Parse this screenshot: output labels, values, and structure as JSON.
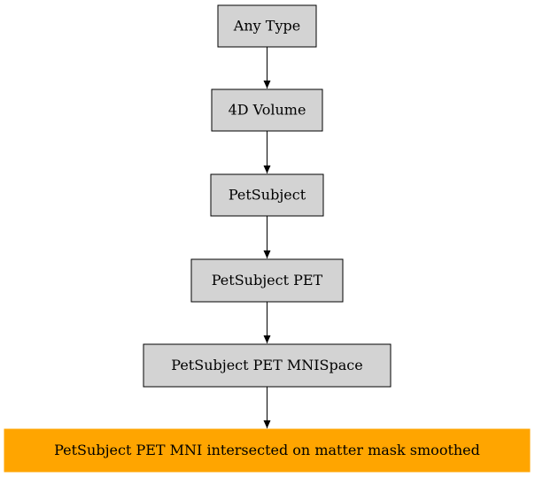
{
  "diagram": {
    "type": "hierarchy",
    "nodes": [
      {
        "id": "any-type",
        "label": "Any Type",
        "fill": "#d3d3d3",
        "border": "#000000"
      },
      {
        "id": "4d-volume",
        "label": "4D Volume",
        "fill": "#d3d3d3",
        "border": "#000000"
      },
      {
        "id": "petsubject",
        "label": "PetSubject",
        "fill": "#d3d3d3",
        "border": "#000000"
      },
      {
        "id": "petsubject-pet",
        "label": "PetSubject PET",
        "fill": "#d3d3d3",
        "border": "#000000"
      },
      {
        "id": "petsubject-pet-mnispace",
        "label": "PetSubject PET MNISpace",
        "fill": "#d3d3d3",
        "border": "#000000"
      },
      {
        "id": "petsubject-pet-mni-intersected",
        "label": "PetSubject PET MNI intersected on matter mask smoothed",
        "fill": "#ffa500",
        "border": "#ffa500"
      }
    ],
    "edges": [
      {
        "from": "any-type",
        "to": "4d-volume"
      },
      {
        "from": "4d-volume",
        "to": "petsubject"
      },
      {
        "from": "petsubject",
        "to": "petsubject-pet"
      },
      {
        "from": "petsubject-pet",
        "to": "petsubject-pet-mnispace"
      },
      {
        "from": "petsubject-pet-mnispace",
        "to": "petsubject-pet-mni-intersected"
      }
    ]
  }
}
